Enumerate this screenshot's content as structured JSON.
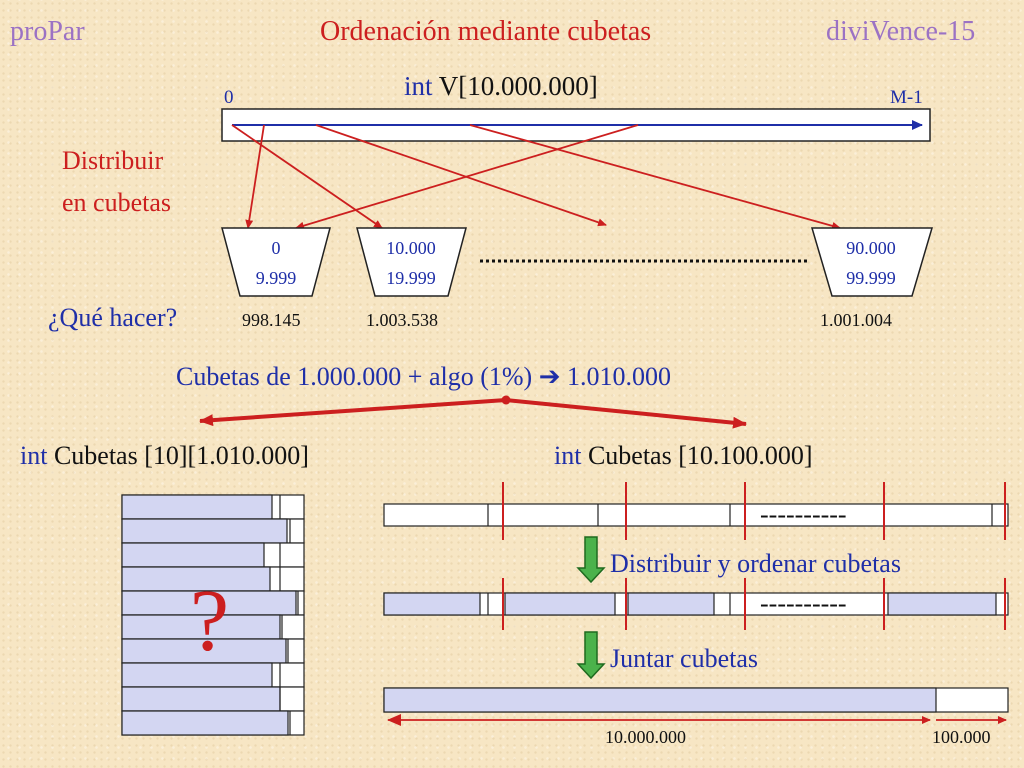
{
  "header": {
    "left": "proPar",
    "center": "Ordenación mediante cubetas",
    "right": "diviVence-15"
  },
  "array": {
    "title_type": "int",
    "title_name": "V[10.000.000]",
    "index_start": "0",
    "index_end": "M-1"
  },
  "distribute_label": {
    "line1": "Distribuir",
    "line2": "en cubetas"
  },
  "buckets": [
    {
      "low": "0",
      "high": "9.999",
      "count": "998.145"
    },
    {
      "low": "10.000",
      "high": "19.999",
      "count": "1.003.538"
    },
    {
      "low": "90.000",
      "high": "99.999",
      "count": "1.001.004"
    }
  ],
  "question": "¿Qué hacer?",
  "capacity": {
    "text": "Cubetas de 1.000.000 + algo (1%)",
    "arrow_glyph": "➔",
    "result": "1.010.000"
  },
  "option_left": {
    "type": "int",
    "name": "Cubetas [10][1.010.000]",
    "mark": "?"
  },
  "option_right": {
    "type": "int",
    "name": "Cubetas [10.100.000]"
  },
  "steps": {
    "dashes": "----------",
    "step1": "Distribuir y ordenar cubetas",
    "step2": "Juntar cubetas"
  },
  "sizes": {
    "main": "10.000.000",
    "extra": "100.000"
  },
  "colors": {
    "accent_red": "#cc1f1f",
    "header_purple": "#9b72c4",
    "text_blue": "#1f2fa8",
    "fill_lavender": "#d3d6f2",
    "arrow_green": "#3c9c3c"
  }
}
